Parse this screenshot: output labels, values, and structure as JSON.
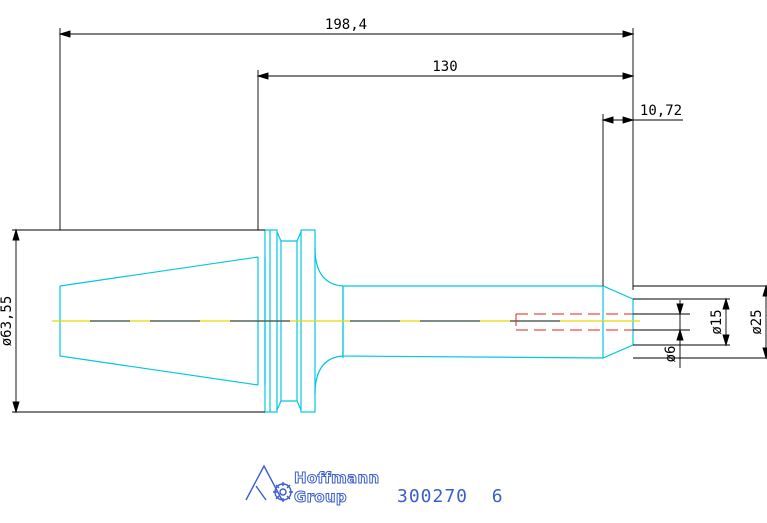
{
  "colors": {
    "outline": "#00c8e0",
    "dimension": "#000000",
    "centerline_yellow": "#e8d800",
    "centerline_dark": "#3a4a5a",
    "hidden_red": "#e02020",
    "brand": "#3a5fcd"
  },
  "dimensions": {
    "overall_length": "198,4",
    "gauge_length": "130",
    "tip_length": "10,72",
    "flange_diameter": "ø63,55",
    "bore_diameter": "ø6",
    "step_diameter": "ø15",
    "shank_diameter": "ø25"
  },
  "logo": {
    "line1": "Hoffmann",
    "line2": "Group",
    "icon": "hoffmann-group-logo-icon"
  },
  "part_number": "300270  6"
}
